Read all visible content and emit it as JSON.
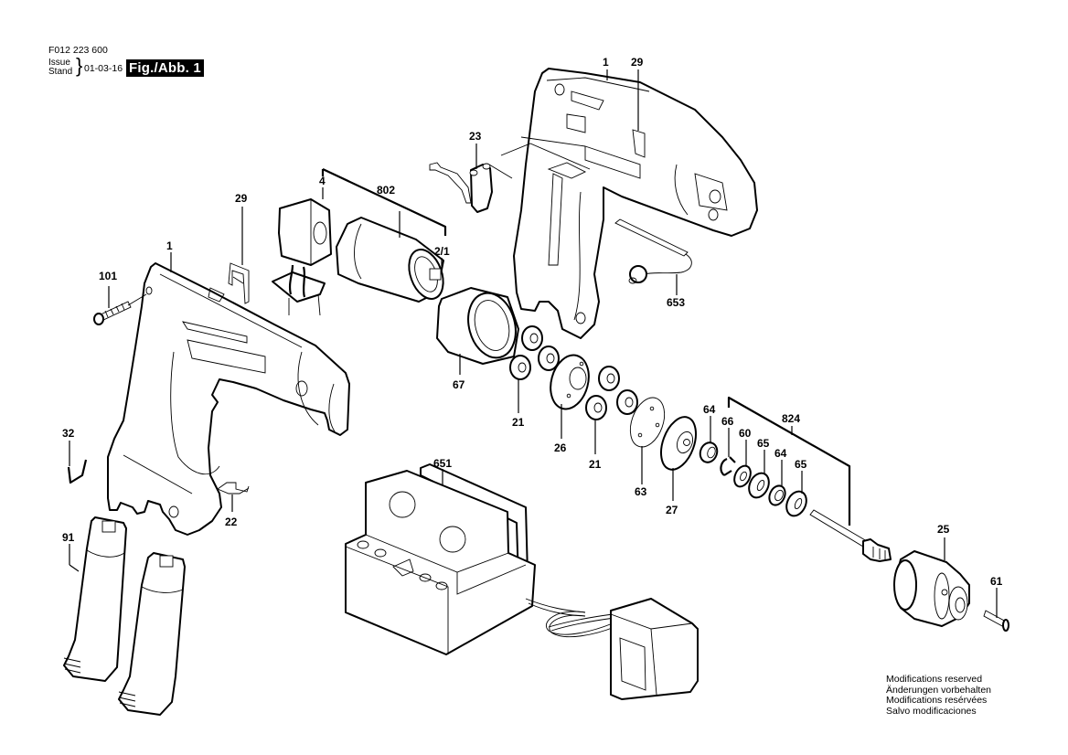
{
  "header": {
    "part_code": "F012 223 600",
    "issue_label_1": "Issue",
    "issue_label_2": "Stand",
    "brace": "}",
    "issue_date": "01-03-16",
    "figure_label": "Fig./Abb. 1"
  },
  "footer": {
    "lines": [
      "Modifications reserved",
      "Änderungen vorbehalten",
      "Modifications resérvées",
      "Salvo modificaciones"
    ]
  },
  "callouts": {
    "housing_left": "1",
    "screw": "101",
    "clip_left": "29",
    "switch": "4",
    "motor_assembly": "802",
    "motor": "2/1",
    "housing_right": "1",
    "clip_right": "29",
    "trigger": "23",
    "led_cable": "653",
    "ring_gear": "67",
    "planet_gears_1": "21",
    "planet_carrier": "26",
    "planet_gears_2": "21",
    "disc": "63",
    "output_carrier": "27",
    "bearing_1": "64",
    "circlip": "66",
    "washer": "60",
    "spacer_1": "65",
    "bearing_2": "64",
    "spacer_2": "65",
    "spindle_assembly": "824",
    "chuck": "25",
    "chuck_screw": "61",
    "spring_clip": "32",
    "contact_clip": "22",
    "battery": "91",
    "charger": "651"
  }
}
